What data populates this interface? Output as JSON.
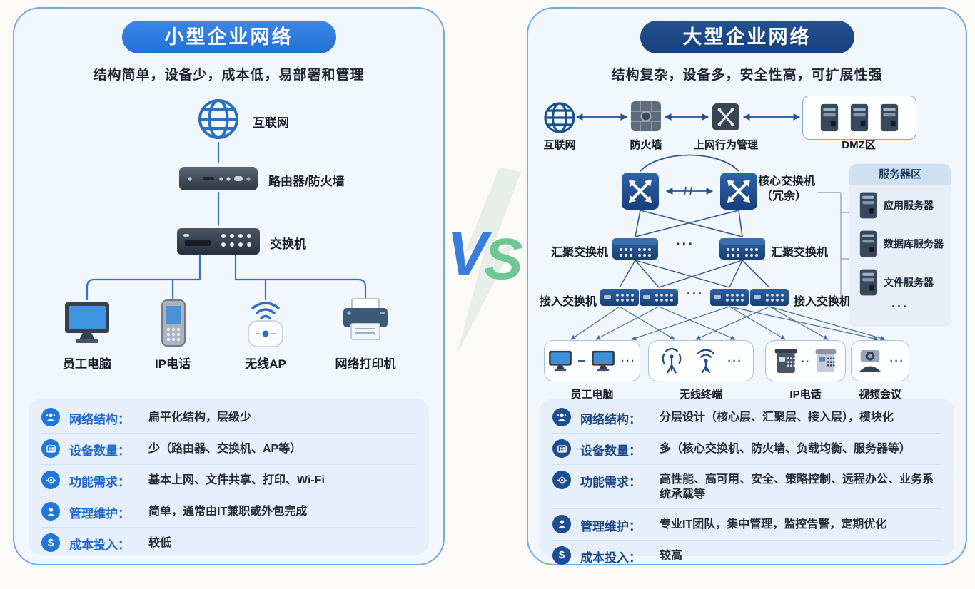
{
  "vs": {
    "v": "V",
    "s": "S"
  },
  "shared": {
    "ellipsis": "···",
    "mini_ellipsis": "··"
  },
  "left_panel": {
    "title": "小型企业网络",
    "subtitle": "结构简单，设备少，成本低，易部署和管理",
    "diagram": {
      "internet": "互联网",
      "router": "路由器/防火墙",
      "switch": "交换机",
      "devices": [
        {
          "label": "员工电脑"
        },
        {
          "label": "IP电话"
        },
        {
          "label": "无线AP"
        },
        {
          "label": "网络打印机"
        }
      ]
    },
    "info": [
      {
        "label": "网络结构：",
        "value": "扁平化结构，层级少"
      },
      {
        "label": "设备数量：",
        "value": "少（路由器、交换机、AP等）"
      },
      {
        "label": "功能需求：",
        "value": "基本上网、文件共享、打印、Wi-Fi"
      },
      {
        "label": "管理维护：",
        "value": "简单，通常由IT兼职或外包完成"
      },
      {
        "label": "成本投入：",
        "value": "较低"
      }
    ]
  },
  "right_panel": {
    "title": "大型企业网络",
    "subtitle": "结构复杂，设备多，安全性高，可扩展性强",
    "diagram": {
      "internet": "互联网",
      "firewall": "防火墙",
      "behavior_mgmt": "上网行为管理",
      "dmz": "DMZ区",
      "core_switch_line1": "核心交换机",
      "core_switch_line2": "（冗余）",
      "agg_switch_left": "汇聚交换机",
      "agg_switch_right": "汇聚交换机",
      "access_switch_left": "接入交换机",
      "access_switch_right": "接入交换机",
      "device_groups": [
        {
          "label": "员工电脑"
        },
        {
          "label": "无线终端"
        },
        {
          "label": "IP电话"
        },
        {
          "label": "视频会议"
        }
      ],
      "server_zone": {
        "title": "服务器区",
        "servers": [
          {
            "label": "应用服务器"
          },
          {
            "label": "数据库服务器"
          },
          {
            "label": "文件服务器"
          }
        ]
      }
    },
    "info": [
      {
        "label": "网络结构：",
        "value": "分层设计（核心层、汇聚层、接入层），模块化"
      },
      {
        "label": "设备数量：",
        "value": "多（核心交换机、防火墙、负载均衡、服务器等）"
      },
      {
        "label": "功能需求：",
        "value": "高性能、高可用、安全、策略控制、远程办公、业务系统承载等"
      },
      {
        "label": "管理维护：",
        "value": "专业IT团队，集中管理，监控告警，定期优化"
      },
      {
        "label": "成本投入：",
        "value": "较高"
      }
    ]
  },
  "colors": {
    "small_accent": "#2b7de0",
    "large_accent": "#1c4a8c",
    "line_blue": "#2f74c8",
    "vs_v": "#3a7edb",
    "vs_s": "#6fc795"
  }
}
